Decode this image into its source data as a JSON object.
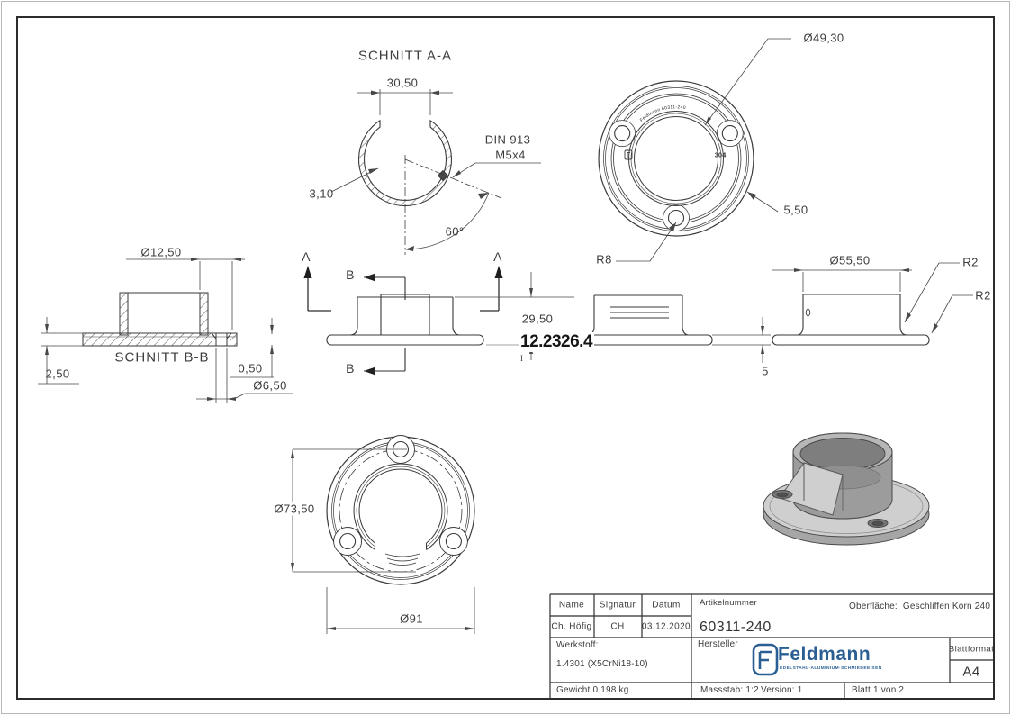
{
  "page": {
    "bg": "#ffffff",
    "line_color": "#3a3a3a",
    "dim_color": "#474747",
    "logo_blue": "#2b5f94"
  },
  "views": {
    "section_aa": {
      "title": "SCHNITT A-A",
      "dim_gap": "30,50",
      "dim_wall": "3,10",
      "note_din": "DIN 913",
      "note_thread": "M5x4",
      "dim_angle": "60°",
      "marker_left": "A",
      "marker_right": "A"
    },
    "elevation_front": {
      "marker_b_top": "B",
      "marker_b_bottom": "B",
      "dim_height": "29,50",
      "stamp": "12.2326.4",
      "stamp_tick": "I"
    },
    "back_view": {
      "dim_bore": "Ø49,30",
      "dim_rim": "5,50",
      "dim_notch": "R8",
      "emboss_arc": "Feldmann 60311-240",
      "emboss_grade": "304",
      "emboss_logo": "F"
    },
    "section_bb": {
      "title": "SCHNITT B-B",
      "dim_csk": "Ø12,50",
      "dim_plate_thk": "2,50",
      "dim_lip": "0,50",
      "dim_hole": "Ø6,50"
    },
    "elevation_side": {
      "dim_plate": "5"
    },
    "elevation_right": {
      "dim_cyl": "Ø55,50",
      "dim_fillet_top": "R2",
      "dim_fillet_edge": "R2"
    },
    "front_view": {
      "dim_bolt_circle": "Ø73,50",
      "dim_outer": "Ø91"
    }
  },
  "title_block": {
    "name_label": "Name",
    "signatur_label": "Signatur",
    "datum_label": "Datum",
    "name_value": "Ch. Höfig",
    "signatur_value": "CH",
    "datum_value": "03.12.2020",
    "artikelnummer_label": "Artikelnummer",
    "artikelnummer_value": "60311-240",
    "oberflaeche_label": "Oberfläche:",
    "oberflaeche_value": "Geschliffen Korn 240",
    "werkstoff_label": "Werkstoff:",
    "werkstoff_value": "1.4301 (X5CrNi18-10)",
    "hersteller_label": "Hersteller",
    "logo_text": "Feldmann",
    "logo_letter": "F",
    "logo_tagline": "EDELSTAHL·ALUMINIUM·SCHMIEDEEISEN",
    "blattformat_label": "Blattformat",
    "blattformat_value": "A4",
    "gewicht": "Gewicht 0.198 kg",
    "massstab": "Massstab: 1:2",
    "version": "Version: 1",
    "blatt": "Blatt 1 von 2"
  }
}
